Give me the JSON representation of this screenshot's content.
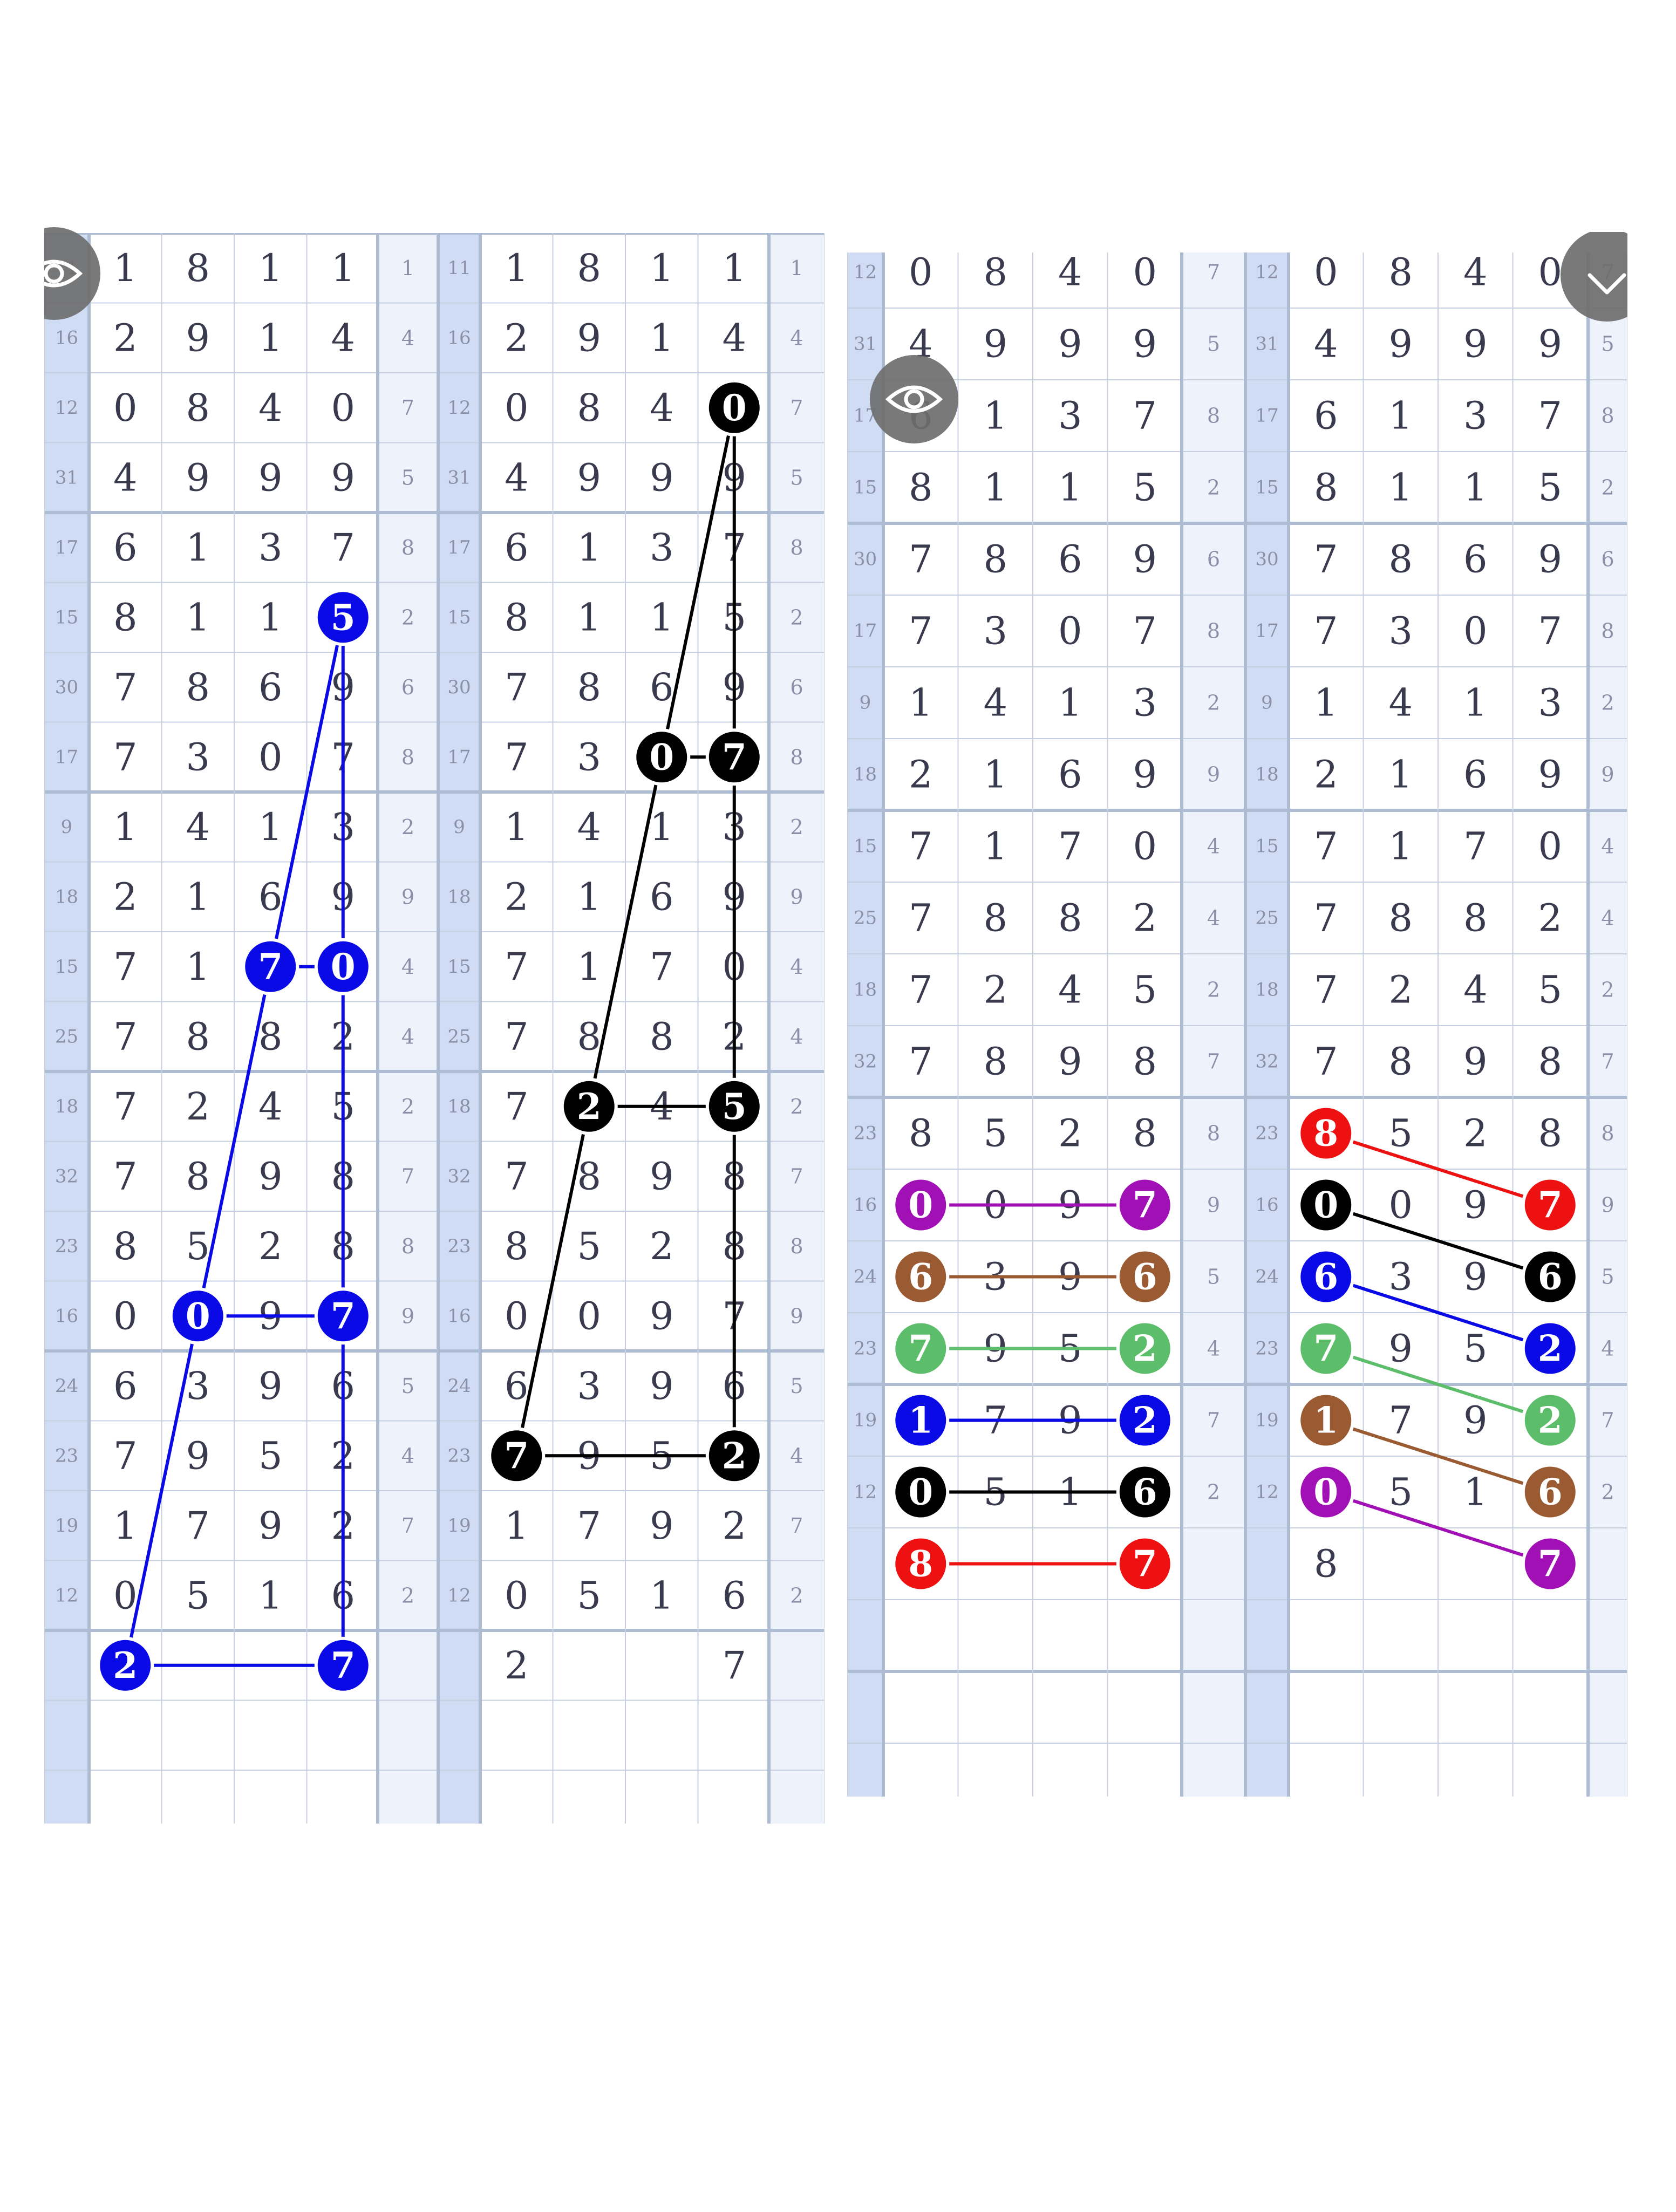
{
  "colors": {
    "blue": "#0a0ae6",
    "black": "#000000",
    "red": "#ee1111",
    "purple": "#a010b4",
    "brown": "#9a5a32",
    "green": "#5cbd6a",
    "digit": "#3a3a4e",
    "label": "#8a8fa8",
    "grid_line": "#c5cfe0",
    "grid_major": "#aebcd3",
    "strip": "#d0dcf3",
    "strip_light": "#edf2fb",
    "eye_button": "#6e6e6e"
  },
  "icons": [
    "eye-icon",
    "chevron-down-icon"
  ],
  "left_panel": {
    "rows": [
      {
        "label": "11",
        "digits": [
          "1",
          "8",
          "1",
          "1"
        ],
        "extra": "1"
      },
      {
        "label": "16",
        "digits": [
          "2",
          "9",
          "1",
          "4"
        ],
        "extra": "4"
      },
      {
        "label": "12",
        "digits": [
          "0",
          "8",
          "4",
          "0"
        ],
        "extra": "7"
      },
      {
        "label": "31",
        "digits": [
          "4",
          "9",
          "9",
          "9"
        ],
        "extra": "5"
      },
      {
        "label": "17",
        "digits": [
          "6",
          "1",
          "3",
          "7"
        ],
        "extra": "8"
      },
      {
        "label": "15",
        "digits": [
          "8",
          "1",
          "1",
          "5"
        ],
        "extra": "2"
      },
      {
        "label": "30",
        "digits": [
          "7",
          "8",
          "6",
          "9"
        ],
        "extra": "6"
      },
      {
        "label": "17",
        "digits": [
          "7",
          "3",
          "0",
          "7"
        ],
        "extra": "8"
      },
      {
        "label": "9",
        "digits": [
          "1",
          "4",
          "1",
          "3"
        ],
        "extra": "2"
      },
      {
        "label": "18",
        "digits": [
          "2",
          "1",
          "6",
          "9"
        ],
        "extra": "9"
      },
      {
        "label": "15",
        "digits": [
          "7",
          "1",
          "7",
          "0"
        ],
        "extra": "4"
      },
      {
        "label": "25",
        "digits": [
          "7",
          "8",
          "8",
          "2"
        ],
        "extra": "4"
      },
      {
        "label": "18",
        "digits": [
          "7",
          "2",
          "4",
          "5"
        ],
        "extra": "2"
      },
      {
        "label": "32",
        "digits": [
          "7",
          "8",
          "9",
          "8"
        ],
        "extra": "7"
      },
      {
        "label": "23",
        "digits": [
          "8",
          "5",
          "2",
          "8"
        ],
        "extra": "8"
      },
      {
        "label": "16",
        "digits": [
          "0",
          "0",
          "9",
          "7"
        ],
        "extra": "9"
      },
      {
        "label": "24",
        "digits": [
          "6",
          "3",
          "9",
          "6"
        ],
        "extra": "5"
      },
      {
        "label": "23",
        "digits": [
          "7",
          "9",
          "5",
          "2"
        ],
        "extra": "4"
      },
      {
        "label": "19",
        "digits": [
          "1",
          "7",
          "9",
          "2"
        ],
        "extra": "7"
      },
      {
        "label": "12",
        "digits": [
          "0",
          "5",
          "1",
          "6"
        ],
        "extra": "2"
      },
      {
        "label": "",
        "digits": [
          "2",
          "",
          "",
          "7"
        ],
        "extra": ""
      },
      {
        "label": "",
        "digits": [
          "",
          "",
          "",
          ""
        ],
        "extra": ""
      },
      {
        "label": "",
        "digits": [
          "",
          "",
          "",
          ""
        ],
        "extra": ""
      }
    ],
    "markers_a": [
      {
        "row": 5,
        "col": 3,
        "color": "blue"
      },
      {
        "row": 10,
        "col": 2,
        "color": "blue"
      },
      {
        "row": 10,
        "col": 3,
        "color": "blue"
      },
      {
        "row": 15,
        "col": 1,
        "color": "blue"
      },
      {
        "row": 15,
        "col": 3,
        "color": "blue"
      },
      {
        "row": 20,
        "col": 0,
        "color": "blue"
      },
      {
        "row": 20,
        "col": 3,
        "color": "blue"
      }
    ],
    "lines_a": [
      {
        "from": [
          5,
          3
        ],
        "to": [
          20,
          3
        ],
        "color": "blue"
      },
      {
        "from": [
          5,
          3
        ],
        "to": [
          20,
          0
        ],
        "color": "blue"
      },
      {
        "from": [
          10,
          2
        ],
        "to": [
          10,
          3
        ],
        "color": "blue"
      },
      {
        "from": [
          15,
          1
        ],
        "to": [
          15,
          3
        ],
        "color": "blue"
      },
      {
        "from": [
          20,
          0
        ],
        "to": [
          20,
          3
        ],
        "color": "blue"
      }
    ],
    "markers_b": [
      {
        "row": 2,
        "col": 3,
        "color": "black"
      },
      {
        "row": 7,
        "col": 2,
        "color": "black"
      },
      {
        "row": 7,
        "col": 3,
        "color": "black"
      },
      {
        "row": 12,
        "col": 1,
        "color": "black"
      },
      {
        "row": 12,
        "col": 3,
        "color": "black"
      },
      {
        "row": 17,
        "col": 0,
        "color": "black"
      },
      {
        "row": 17,
        "col": 3,
        "color": "black"
      }
    ],
    "lines_b": [
      {
        "from": [
          2,
          3
        ],
        "to": [
          17,
          3
        ],
        "color": "black"
      },
      {
        "from": [
          2,
          3
        ],
        "to": [
          17,
          0
        ],
        "color": "black"
      },
      {
        "from": [
          7,
          2
        ],
        "to": [
          7,
          3
        ],
        "color": "black"
      },
      {
        "from": [
          12,
          1
        ],
        "to": [
          12,
          3
        ],
        "color": "black"
      },
      {
        "from": [
          17,
          0
        ],
        "to": [
          17,
          3
        ],
        "color": "black"
      }
    ]
  },
  "right_panel": {
    "rows": [
      {
        "label": "12",
        "digits": [
          "0",
          "8",
          "4",
          "0"
        ],
        "extra": "7"
      },
      {
        "label": "31",
        "digits": [
          "4",
          "9",
          "9",
          "9"
        ],
        "extra": "5"
      },
      {
        "label": "17",
        "digits": [
          "6",
          "1",
          "3",
          "7"
        ],
        "extra": "8"
      },
      {
        "label": "15",
        "digits": [
          "8",
          "1",
          "1",
          "5"
        ],
        "extra": "2"
      },
      {
        "label": "30",
        "digits": [
          "7",
          "8",
          "6",
          "9"
        ],
        "extra": "6"
      },
      {
        "label": "17",
        "digits": [
          "7",
          "3",
          "0",
          "7"
        ],
        "extra": "8"
      },
      {
        "label": "9",
        "digits": [
          "1",
          "4",
          "1",
          "3"
        ],
        "extra": "2"
      },
      {
        "label": "18",
        "digits": [
          "2",
          "1",
          "6",
          "9"
        ],
        "extra": "9"
      },
      {
        "label": "15",
        "digits": [
          "7",
          "1",
          "7",
          "0"
        ],
        "extra": "4"
      },
      {
        "label": "25",
        "digits": [
          "7",
          "8",
          "8",
          "2"
        ],
        "extra": "4"
      },
      {
        "label": "18",
        "digits": [
          "7",
          "2",
          "4",
          "5"
        ],
        "extra": "2"
      },
      {
        "label": "32",
        "digits": [
          "7",
          "8",
          "9",
          "8"
        ],
        "extra": "7"
      },
      {
        "label": "23",
        "digits": [
          "8",
          "5",
          "2",
          "8"
        ],
        "extra": "8"
      },
      {
        "label": "16",
        "digits": [
          "0",
          "0",
          "9",
          "7"
        ],
        "extra": "9"
      },
      {
        "label": "24",
        "digits": [
          "6",
          "3",
          "9",
          "6"
        ],
        "extra": "5"
      },
      {
        "label": "23",
        "digits": [
          "7",
          "9",
          "5",
          "2"
        ],
        "extra": "4"
      },
      {
        "label": "19",
        "digits": [
          "1",
          "7",
          "9",
          "2"
        ],
        "extra": "7"
      },
      {
        "label": "12",
        "digits": [
          "0",
          "5",
          "1",
          "6"
        ],
        "extra": "2"
      },
      {
        "label": "",
        "digits": [
          "8",
          "",
          "",
          "7"
        ],
        "extra": ""
      },
      {
        "label": "",
        "digits": [
          "",
          "",
          "",
          ""
        ],
        "extra": ""
      },
      {
        "label": "",
        "digits": [
          "",
          "",
          "",
          ""
        ],
        "extra": ""
      },
      {
        "label": "",
        "digits": [
          "",
          "",
          "",
          ""
        ],
        "extra": ""
      }
    ],
    "markers_a": [
      {
        "row": 13,
        "col": 0,
        "color": "purple"
      },
      {
        "row": 13,
        "col": 3,
        "color": "purple"
      },
      {
        "row": 14,
        "col": 0,
        "color": "brown"
      },
      {
        "row": 14,
        "col": 3,
        "color": "brown"
      },
      {
        "row": 15,
        "col": 0,
        "color": "green"
      },
      {
        "row": 15,
        "col": 3,
        "color": "green"
      },
      {
        "row": 16,
        "col": 0,
        "color": "blue"
      },
      {
        "row": 16,
        "col": 3,
        "color": "blue"
      },
      {
        "row": 17,
        "col": 0,
        "color": "black"
      },
      {
        "row": 17,
        "col": 3,
        "color": "black"
      },
      {
        "row": 18,
        "col": 0,
        "color": "red"
      },
      {
        "row": 18,
        "col": 3,
        "color": "red"
      }
    ],
    "lines_a": [
      {
        "from": [
          13,
          0
        ],
        "to": [
          13,
          3
        ],
        "color": "purple"
      },
      {
        "from": [
          14,
          0
        ],
        "to": [
          14,
          3
        ],
        "color": "brown"
      },
      {
        "from": [
          15,
          0
        ],
        "to": [
          15,
          3
        ],
        "color": "green"
      },
      {
        "from": [
          16,
          0
        ],
        "to": [
          16,
          3
        ],
        "color": "blue"
      },
      {
        "from": [
          17,
          0
        ],
        "to": [
          17,
          3
        ],
        "color": "black"
      },
      {
        "from": [
          18,
          0
        ],
        "to": [
          18,
          3
        ],
        "color": "red"
      }
    ],
    "markers_b": [
      {
        "row": 12,
        "col": 0,
        "color": "red"
      },
      {
        "row": 13,
        "col": 3,
        "color": "red"
      },
      {
        "row": 13,
        "col": 0,
        "color": "black"
      },
      {
        "row": 14,
        "col": 3,
        "color": "black"
      },
      {
        "row": 14,
        "col": 0,
        "color": "blue"
      },
      {
        "row": 15,
        "col": 3,
        "color": "blue"
      },
      {
        "row": 15,
        "col": 0,
        "color": "green"
      },
      {
        "row": 16,
        "col": 3,
        "color": "green"
      },
      {
        "row": 16,
        "col": 0,
        "color": "brown"
      },
      {
        "row": 17,
        "col": 3,
        "color": "brown"
      },
      {
        "row": 17,
        "col": 0,
        "color": "purple"
      },
      {
        "row": 18,
        "col": 3,
        "color": "purple"
      }
    ],
    "lines_b": [
      {
        "from": [
          12,
          0
        ],
        "to": [
          13,
          3
        ],
        "color": "red"
      },
      {
        "from": [
          13,
          0
        ],
        "to": [
          14,
          3
        ],
        "color": "black"
      },
      {
        "from": [
          14,
          0
        ],
        "to": [
          15,
          3
        ],
        "color": "blue"
      },
      {
        "from": [
          15,
          0
        ],
        "to": [
          16,
          3
        ],
        "color": "green"
      },
      {
        "from": [
          16,
          0
        ],
        "to": [
          17,
          3
        ],
        "color": "brown"
      },
      {
        "from": [
          17,
          0
        ],
        "to": [
          18,
          3
        ],
        "color": "purple"
      }
    ]
  }
}
